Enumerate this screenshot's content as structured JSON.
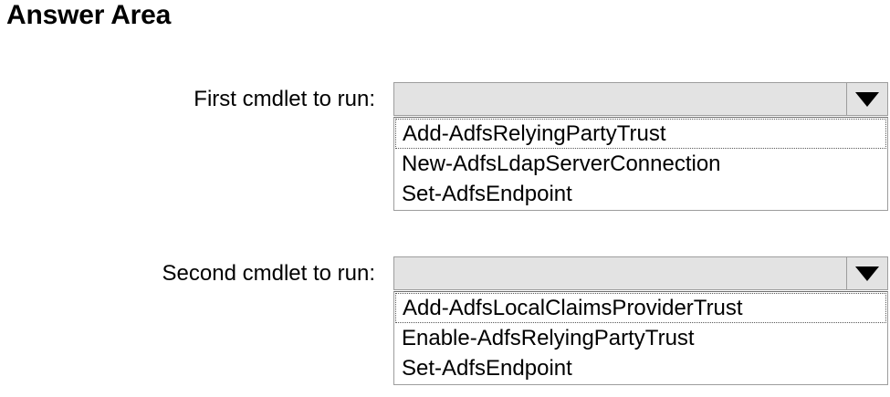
{
  "page": {
    "title": "Answer Area",
    "background_color": "#ffffff",
    "text_color": "#000000"
  },
  "colors": {
    "combobox_fill": "#e3e3e3",
    "border": "#9d9d9d",
    "list_fill": "#ffffff",
    "arrow": "#000000"
  },
  "icons": {
    "dropdown_arrow": "chevron-down-icon"
  },
  "questions": [
    {
      "label": "First cmdlet to run:",
      "selected_value": "",
      "expanded": true,
      "focused_index": 0,
      "options": [
        "Add-AdfsRelyingPartyTrust",
        "New-AdfsLdapServerConnection",
        "Set-AdfsEndpoint"
      ]
    },
    {
      "label": "Second cmdlet to run:",
      "selected_value": "",
      "expanded": true,
      "focused_index": 0,
      "options": [
        "Add-AdfsLocalClaimsProviderTrust",
        "Enable-AdfsRelyingPartyTrust",
        "Set-AdfsEndpoint"
      ]
    }
  ]
}
